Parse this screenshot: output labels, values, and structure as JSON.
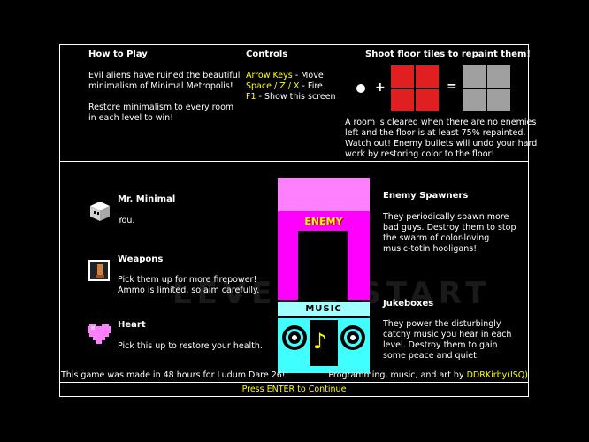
{
  "how_to_play": {
    "title": "How to Play",
    "para1_line1": "Evil aliens have ruined the beautiful",
    "para1_line2": "minimalism of Minimal Metropolis!",
    "para2_line1": "Restore minimalism to every room",
    "para2_line2": "in each level to win!"
  },
  "controls": {
    "title": "Controls",
    "rows": [
      {
        "key": "Arrow Keys",
        "action": " - Move"
      },
      {
        "key": "Space / Z / X",
        "action": " - Fire"
      },
      {
        "key": "F1",
        "action": " - Show this screen"
      }
    ]
  },
  "repaint": {
    "title": "Shoot floor tiles to repaint them!",
    "plus": "+",
    "equals": "=",
    "line1": "A room is cleared when there are no enemies",
    "line2": "left and the floor is at least 75% repainted.",
    "line3": "Watch out!  Enemy bullets will undo your hard",
    "line4": "work by restoring color to the floor!"
  },
  "items": {
    "mr_minimal": {
      "title": "Mr. Minimal",
      "desc": "You."
    },
    "weapons": {
      "title": "Weapons",
      "line1": "Pick them up for more firepower!",
      "line2": "Ammo is limited, so aim carefully."
    },
    "heart": {
      "title": "Heart",
      "desc": "Pick this up to restore your health."
    }
  },
  "enemy_spawners": {
    "label": "ENEMY",
    "title": "Enemy Spawners",
    "line1": "They periodically spawn more",
    "line2": "bad guys.  Destroy them to stop",
    "line3": "the swarm of color-loving",
    "line4": "music-totin hooligans!"
  },
  "jukeboxes": {
    "label": "MUSIC",
    "title": "Jukeboxes",
    "line1": "They power the disturbingly",
    "line2": "catchy music you hear in each",
    "line3": "level.  Destroy them to gain",
    "line4": "some peace and quiet."
  },
  "footer": {
    "credit_left": "This game was made in 48 hours for Ludum Dare 26!",
    "credit_right_prefix": "Programming, music, and art by ",
    "credit_right_name": "DDRKirby(ISQ)",
    "continue": "Press ENTER to Continue"
  },
  "background": {
    "ghost_text": "LEVEL 1 START"
  },
  "colors": {
    "accent_yellow": "#ffff00",
    "red_tile": "#e02020",
    "gray_tile": "#a0a0a0",
    "spawner_top": "#ff80ff",
    "spawner_body": "#ff00ff",
    "jukebox": "#40ffff"
  }
}
